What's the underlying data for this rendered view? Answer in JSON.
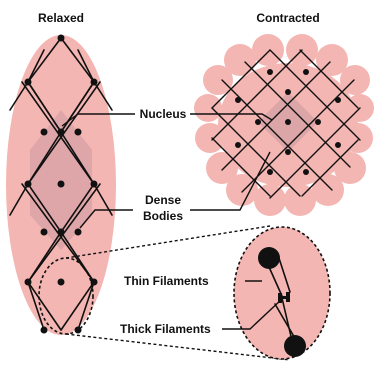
{
  "titles": {
    "relaxed": "Relaxed",
    "contracted": "Contracted"
  },
  "labels": {
    "nucleus": "Nucleus",
    "dense_line1": "Dense",
    "dense_line2": "Bodies",
    "thin": "Thin Filaments",
    "thick": "Thick Filaments"
  },
  "colors": {
    "cell_fill": "#f4b6b2",
    "nucleus_fill": "#d9a3a6",
    "line": "#111111",
    "background": "#ffffff"
  }
}
